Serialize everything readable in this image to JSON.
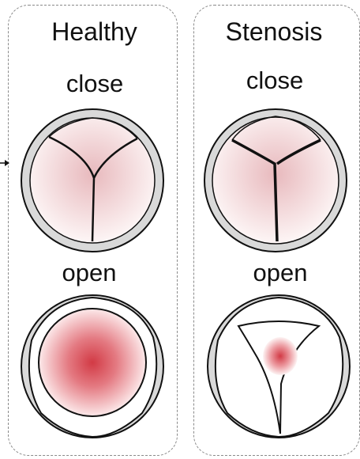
{
  "columns": [
    {
      "title": "Healthy",
      "closed_label": "close",
      "open_label": "open"
    },
    {
      "title": "Stenosis",
      "closed_label": "close",
      "open_label": "open"
    }
  ],
  "colors": {
    "ring": "#d9d9d9",
    "outline": "#111111",
    "flow": "#d23a45",
    "panel_border": "#8a8a8a"
  }
}
